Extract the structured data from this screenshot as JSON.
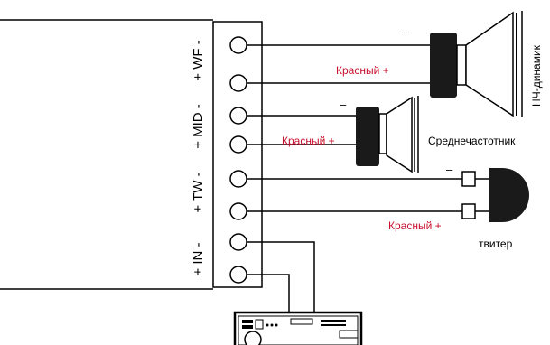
{
  "terminal_labels": {
    "wf": "+ WF -",
    "mid": "+ MID -",
    "tw": "+ TW -",
    "in": "+ IN -"
  },
  "speakers": {
    "woofer": {
      "label": "НЧ-динамик",
      "minus": "–",
      "plus_label": "Красный +"
    },
    "midrange": {
      "label": "Среднечастотник",
      "minus": "–",
      "plus_label": "Красный +"
    },
    "tweeter": {
      "label": "твитер",
      "minus": "–",
      "plus_label": "Красный +"
    }
  },
  "colors": {
    "wire": "#000000",
    "red_label": "#c8102e",
    "body": "#1a1a1a"
  }
}
